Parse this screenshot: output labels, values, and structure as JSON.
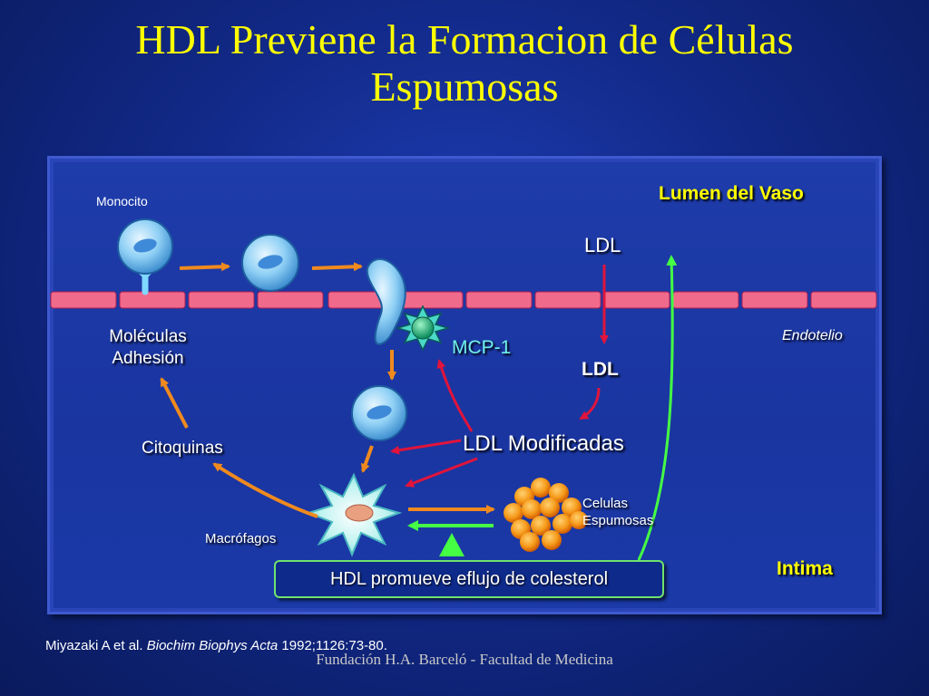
{
  "title_line1": "HDL Previene la Formacion de Células",
  "title_line2": "Espumosas",
  "labels": {
    "monocito": "Monocito",
    "lumen": "Lumen del Vaso",
    "ldl_lumen": "LDL",
    "moleculas_line1": "Moléculas",
    "moleculas_line2": "Adhesión",
    "mcp1": "MCP-1",
    "ldl_intima": "LDL",
    "endotelio": "Endotelio",
    "ldl_modificadas": "LDL Modificadas",
    "citoquinas": "Citoquinas",
    "celulas_line1": "Celulas",
    "celulas_line2": "Espumosas",
    "macrofagos": "Macrófagos",
    "intima": "Intima",
    "hdl_box": "HDL promueve eflujo de colesterol"
  },
  "citation": {
    "authors": "Miyazaki A et al.",
    "journal": "Biochim Biophys Acta",
    "ref": "1992;1126:73-80."
  },
  "footer": "Fundación H.A. Barceló - Facultad de Medicina",
  "colors": {
    "title": "#ffff00",
    "endothelium": "#f06a8c",
    "orange_arrow": "#f08a1e",
    "red_arrow": "#e0143c",
    "green_arrow": "#44ff44",
    "cell": "#79c6f0",
    "foam_cell": "#f59a1a"
  }
}
